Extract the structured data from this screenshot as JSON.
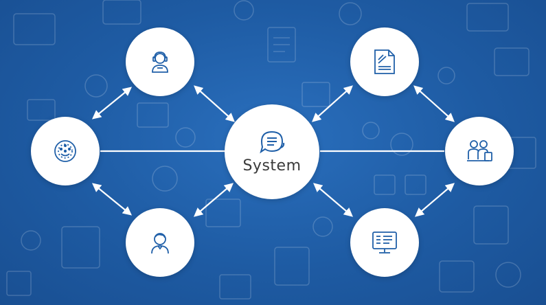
{
  "colors": {
    "background": "#1f5fa8",
    "node_fill": "#ffffff",
    "icon_stroke": "#1f5fa8",
    "connector": "#ffffff",
    "label_text": "#3a3a3a"
  },
  "center": {
    "label": "System",
    "icon": "chat-list-icon"
  },
  "nodes": [
    {
      "id": "left",
      "icon": "network-globe-icon"
    },
    {
      "id": "top-left",
      "icon": "support-agent-icon"
    },
    {
      "id": "bottom-left",
      "icon": "user-icon"
    },
    {
      "id": "top-right",
      "icon": "document-icon"
    },
    {
      "id": "right",
      "icon": "team-icon"
    },
    {
      "id": "bottom-right",
      "icon": "monitor-icon"
    }
  ]
}
